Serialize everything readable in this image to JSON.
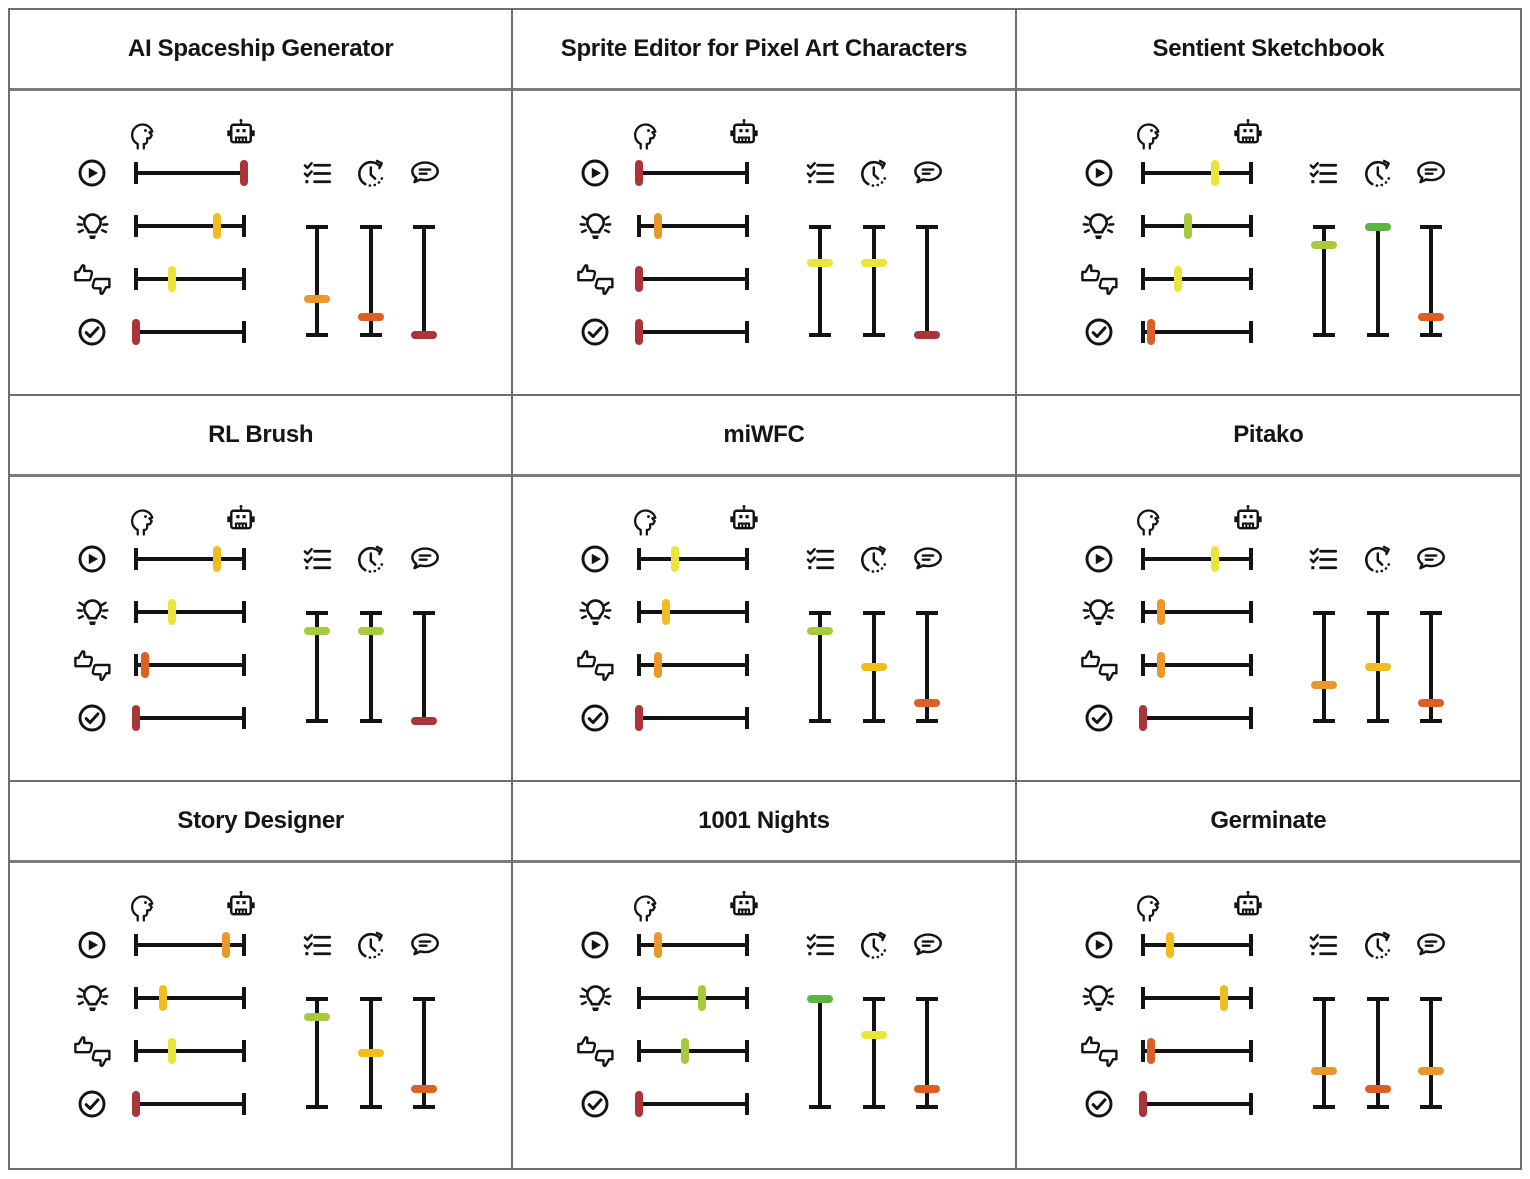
{
  "styles": {
    "background": "#ffffff",
    "grid_border": "#6e6e6e",
    "title_rule": "#7b7b7b",
    "ink": "#131313",
    "title_color": "#151515"
  },
  "chart_data": {
    "type": "table",
    "layout": "3x3 grid of tool panels; each panel has 4 horizontal icon scales (left end = human icon, right end = robot icon) and 3 vertical icon scales; position is fraction from left (horizontal) or from top (vertical)",
    "palette": {
      "green": "#5cb53f",
      "yellow_green": "#a7ca3d",
      "yellow": "#e8e63a",
      "gold": "#efbe1e",
      "orange": "#e9992c",
      "deep_orange": "#dc6026",
      "red": "#a93439"
    },
    "scale_endpoints": {
      "horizontal_left": "human-icon",
      "horizontal_right": "robot-icon"
    },
    "row_metrics": [
      {
        "key": "play",
        "icon": "play-circle-icon"
      },
      {
        "key": "idea",
        "icon": "idea-lightbulb-icon"
      },
      {
        "key": "thumbs",
        "icon": "thumbs-feedback-icon"
      },
      {
        "key": "check",
        "icon": "approval-check-icon"
      }
    ],
    "column_metrics": [
      {
        "key": "tasklist",
        "icon": "tasklist-icon"
      },
      {
        "key": "clock",
        "icon": "clock-icon"
      },
      {
        "key": "speech",
        "icon": "speech-bubble-icon"
      }
    ],
    "panels": [
      {
        "title": "AI Spaceship Generator",
        "horizontal_sliders": [
          {
            "metric": "play",
            "position": 1.0,
            "color": "red"
          },
          {
            "metric": "idea",
            "position": 0.75,
            "color": "gold"
          },
          {
            "metric": "thumbs",
            "position": 0.33,
            "color": "yellow"
          },
          {
            "metric": "check",
            "position": 0.0,
            "color": "red"
          }
        ],
        "vertical_sliders": [
          {
            "metric": "tasklist",
            "position": 0.67,
            "color": "orange"
          },
          {
            "metric": "clock",
            "position": 0.83,
            "color": "deep_orange"
          },
          {
            "metric": "speech",
            "position": 1.0,
            "color": "red"
          }
        ]
      },
      {
        "title": "Sprite Editor for Pixel Art Characters",
        "horizontal_sliders": [
          {
            "metric": "play",
            "position": 0.0,
            "color": "red"
          },
          {
            "metric": "idea",
            "position": 0.17,
            "color": "orange"
          },
          {
            "metric": "thumbs",
            "position": 0.0,
            "color": "red"
          },
          {
            "metric": "check",
            "position": 0.0,
            "color": "red"
          }
        ],
        "vertical_sliders": [
          {
            "metric": "tasklist",
            "position": 0.33,
            "color": "yellow"
          },
          {
            "metric": "clock",
            "position": 0.33,
            "color": "yellow"
          },
          {
            "metric": "speech",
            "position": 1.0,
            "color": "red"
          }
        ]
      },
      {
        "title": "Sentient Sketchbook",
        "horizontal_sliders": [
          {
            "metric": "play",
            "position": 0.67,
            "color": "yellow"
          },
          {
            "metric": "idea",
            "position": 0.42,
            "color": "yellow_green"
          },
          {
            "metric": "thumbs",
            "position": 0.33,
            "color": "yellow"
          },
          {
            "metric": "check",
            "position": 0.08,
            "color": "deep_orange"
          }
        ],
        "vertical_sliders": [
          {
            "metric": "tasklist",
            "position": 0.17,
            "color": "yellow_green"
          },
          {
            "metric": "clock",
            "position": 0.0,
            "color": "green"
          },
          {
            "metric": "speech",
            "position": 0.83,
            "color": "deep_orange"
          }
        ]
      },
      {
        "title": "RL Brush",
        "horizontal_sliders": [
          {
            "metric": "play",
            "position": 0.75,
            "color": "gold"
          },
          {
            "metric": "idea",
            "position": 0.33,
            "color": "yellow"
          },
          {
            "metric": "thumbs",
            "position": 0.08,
            "color": "deep_orange"
          },
          {
            "metric": "check",
            "position": 0.0,
            "color": "red"
          }
        ],
        "vertical_sliders": [
          {
            "metric": "tasklist",
            "position": 0.17,
            "color": "yellow_green"
          },
          {
            "metric": "clock",
            "position": 0.17,
            "color": "yellow_green"
          },
          {
            "metric": "speech",
            "position": 1.0,
            "color": "red"
          }
        ]
      },
      {
        "title": "miWFC",
        "horizontal_sliders": [
          {
            "metric": "play",
            "position": 0.33,
            "color": "yellow"
          },
          {
            "metric": "idea",
            "position": 0.25,
            "color": "gold"
          },
          {
            "metric": "thumbs",
            "position": 0.17,
            "color": "orange"
          },
          {
            "metric": "check",
            "position": 0.0,
            "color": "red"
          }
        ],
        "vertical_sliders": [
          {
            "metric": "tasklist",
            "position": 0.17,
            "color": "yellow_green"
          },
          {
            "metric": "clock",
            "position": 0.5,
            "color": "gold"
          },
          {
            "metric": "speech",
            "position": 0.83,
            "color": "deep_orange"
          }
        ]
      },
      {
        "title": "Pitako",
        "horizontal_sliders": [
          {
            "metric": "play",
            "position": 0.67,
            "color": "yellow"
          },
          {
            "metric": "idea",
            "position": 0.17,
            "color": "orange"
          },
          {
            "metric": "thumbs",
            "position": 0.17,
            "color": "orange"
          },
          {
            "metric": "check",
            "position": 0.0,
            "color": "red"
          }
        ],
        "vertical_sliders": [
          {
            "metric": "tasklist",
            "position": 0.67,
            "color": "orange"
          },
          {
            "metric": "clock",
            "position": 0.5,
            "color": "gold"
          },
          {
            "metric": "speech",
            "position": 0.83,
            "color": "deep_orange"
          }
        ]
      },
      {
        "title": "Story Designer",
        "horizontal_sliders": [
          {
            "metric": "play",
            "position": 0.83,
            "color": "orange"
          },
          {
            "metric": "idea",
            "position": 0.25,
            "color": "gold"
          },
          {
            "metric": "thumbs",
            "position": 0.33,
            "color": "yellow"
          },
          {
            "metric": "check",
            "position": 0.0,
            "color": "red"
          }
        ],
        "vertical_sliders": [
          {
            "metric": "tasklist",
            "position": 0.17,
            "color": "yellow_green"
          },
          {
            "metric": "clock",
            "position": 0.5,
            "color": "gold"
          },
          {
            "metric": "speech",
            "position": 0.83,
            "color": "deep_orange"
          }
        ]
      },
      {
        "title": "1001 Nights",
        "horizontal_sliders": [
          {
            "metric": "play",
            "position": 0.17,
            "color": "orange"
          },
          {
            "metric": "idea",
            "position": 0.58,
            "color": "yellow_green"
          },
          {
            "metric": "thumbs",
            "position": 0.42,
            "color": "yellow_green"
          },
          {
            "metric": "check",
            "position": 0.0,
            "color": "red"
          }
        ],
        "vertical_sliders": [
          {
            "metric": "tasklist",
            "position": 0.0,
            "color": "green"
          },
          {
            "metric": "clock",
            "position": 0.33,
            "color": "yellow"
          },
          {
            "metric": "speech",
            "position": 0.83,
            "color": "deep_orange"
          }
        ]
      },
      {
        "title": "Germinate",
        "horizontal_sliders": [
          {
            "metric": "play",
            "position": 0.25,
            "color": "gold"
          },
          {
            "metric": "idea",
            "position": 0.75,
            "color": "gold"
          },
          {
            "metric": "thumbs",
            "position": 0.08,
            "color": "deep_orange"
          },
          {
            "metric": "check",
            "position": 0.0,
            "color": "red"
          }
        ],
        "vertical_sliders": [
          {
            "metric": "tasklist",
            "position": 0.67,
            "color": "orange"
          },
          {
            "metric": "clock",
            "position": 0.83,
            "color": "deep_orange"
          },
          {
            "metric": "speech",
            "position": 0.67,
            "color": "orange"
          }
        ]
      }
    ]
  }
}
